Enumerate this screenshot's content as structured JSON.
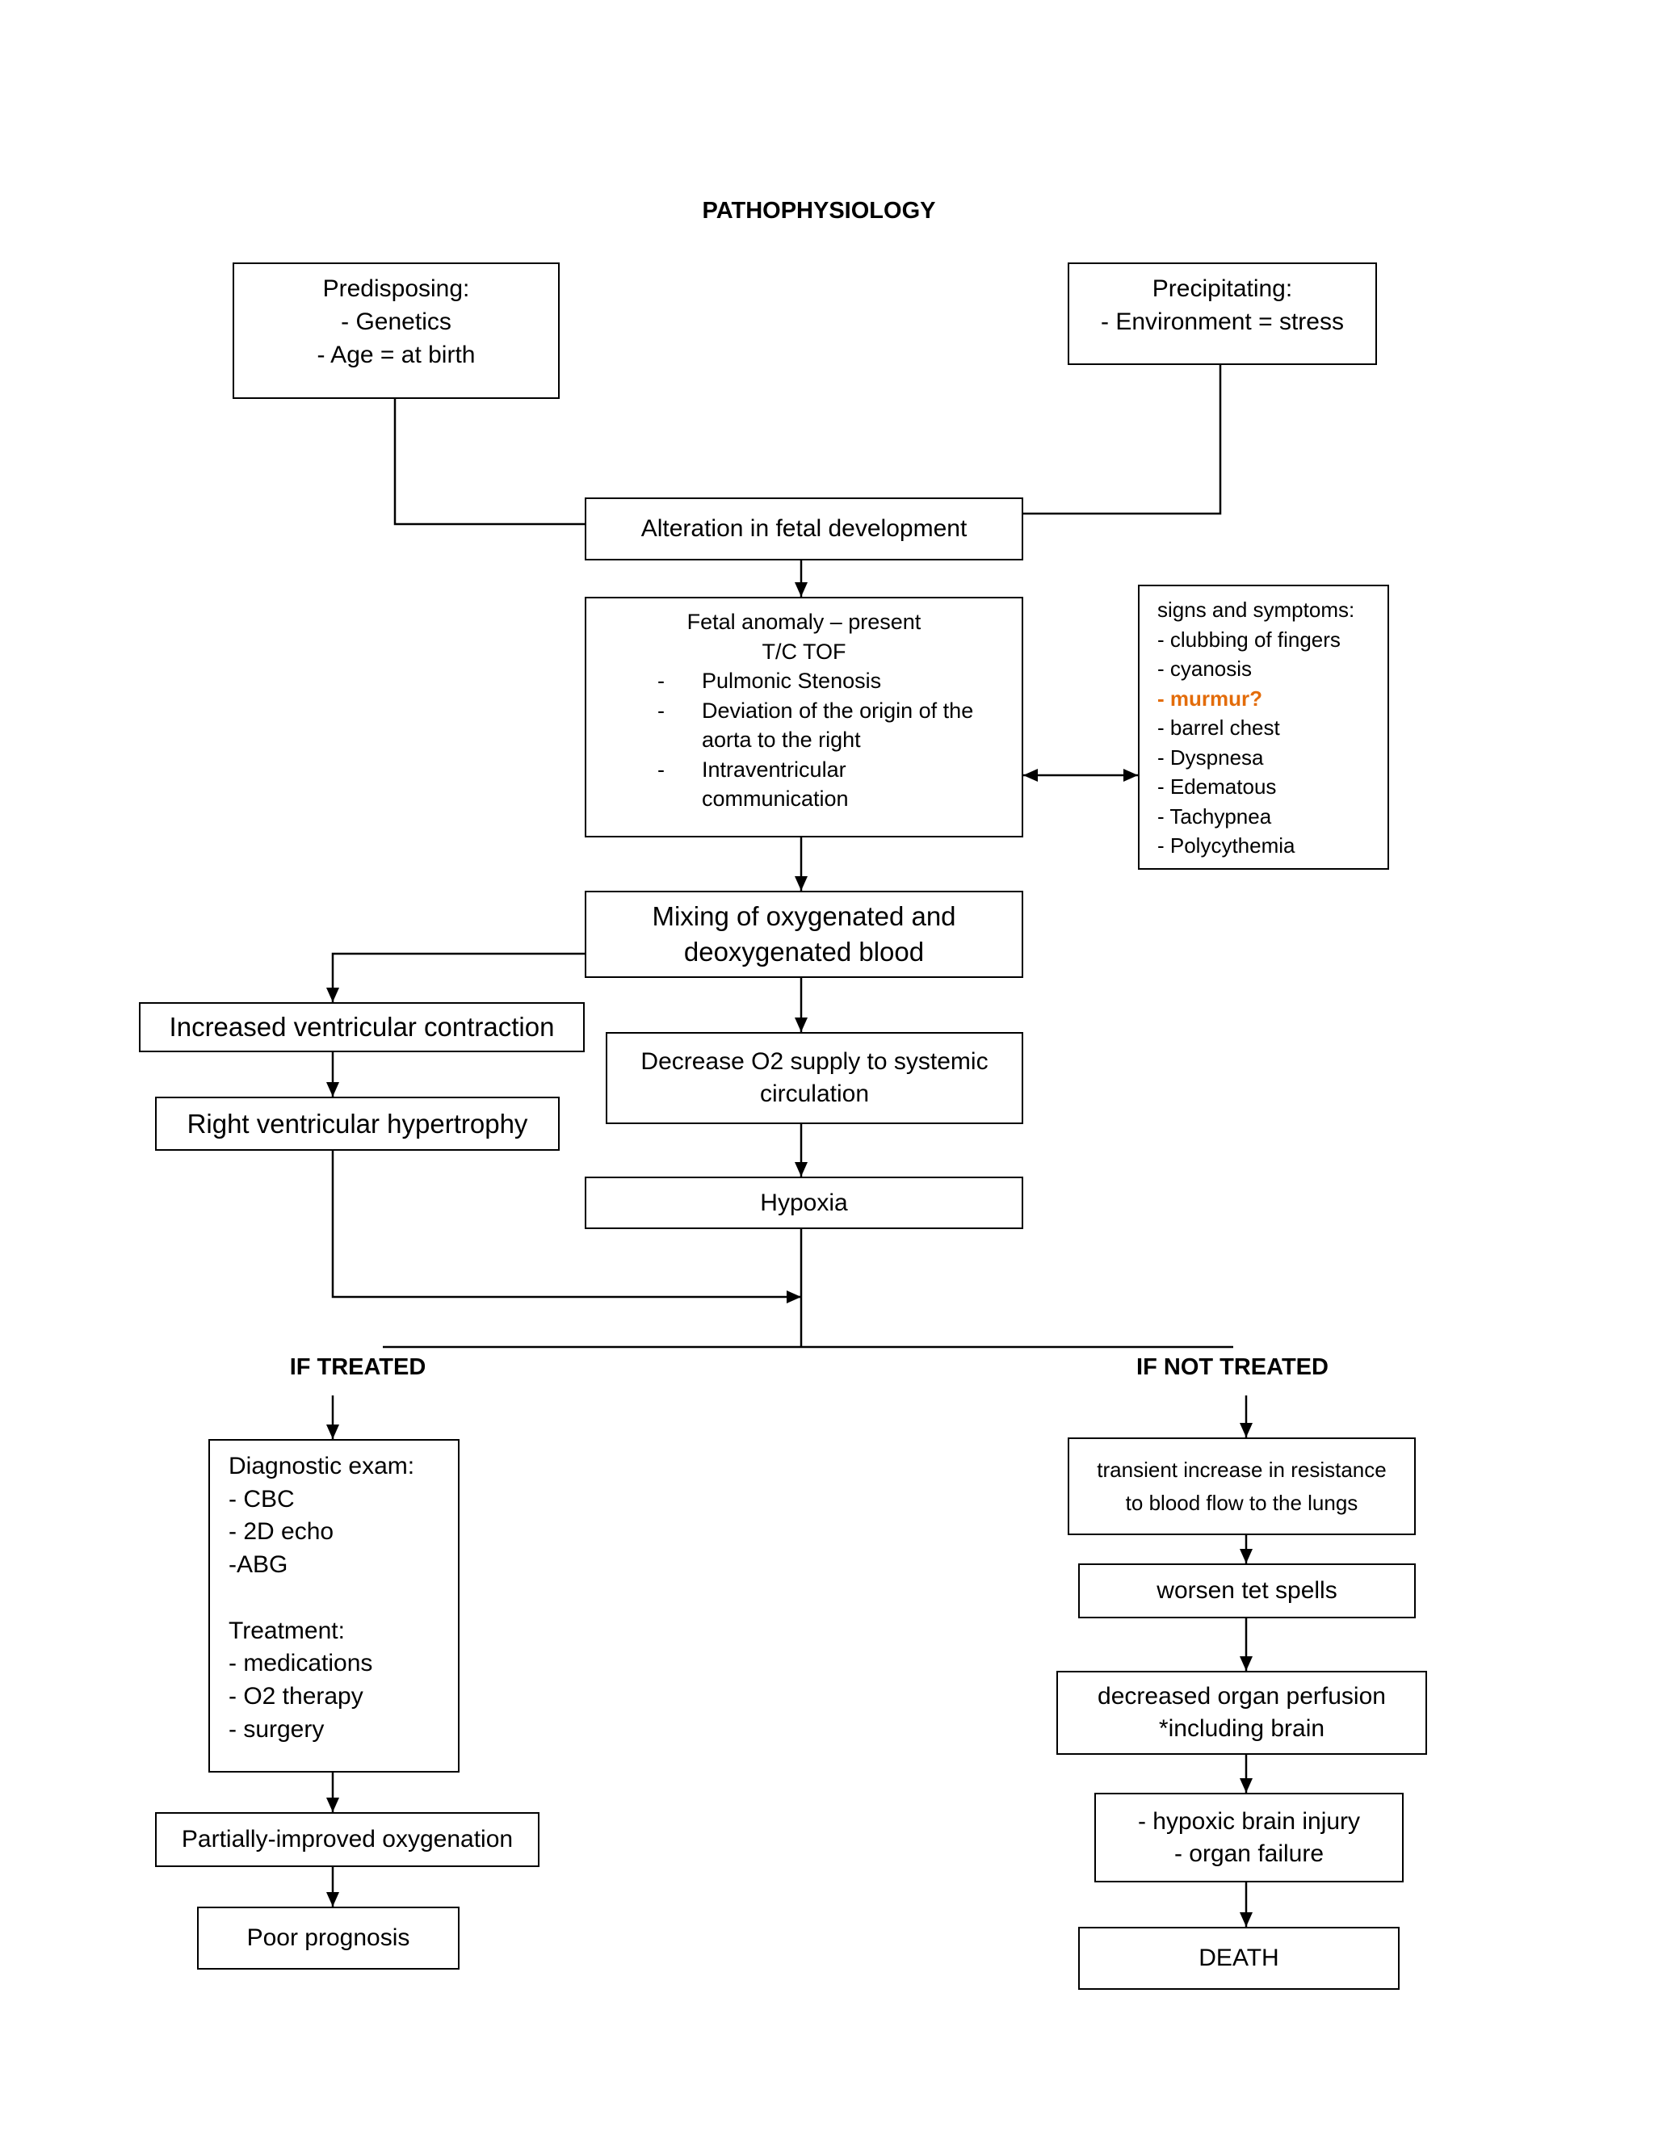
{
  "title": "PATHOPHYSIOLOGY",
  "colors": {
    "highlight": "#E36C0A",
    "line": "#000000",
    "box_border": "#000000",
    "background": "#FFFFFF"
  },
  "predisposing": {
    "lines": [
      "Predisposing:",
      "- Genetics",
      "- Age = at birth"
    ]
  },
  "precipitating": {
    "lines": [
      "Precipitating:",
      "- Environment = stress"
    ]
  },
  "alteration": {
    "label": "Alteration in fetal development"
  },
  "fetal_anomaly": {
    "lines": [
      "Fetal anomaly – present",
      "T/C TOF"
    ],
    "items": [
      {
        "bullet": "-",
        "lines": [
          "Pulmonic Stenosis"
        ]
      },
      {
        "bullet": "-",
        "lines": [
          "Deviation of the origin of the",
          "aorta to the right"
        ]
      },
      {
        "bullet": "-",
        "lines": [
          "Intraventricular",
          "communication"
        ]
      }
    ]
  },
  "signs_and_symptoms": {
    "heading": "signs and symptoms:",
    "items": [
      "- clubbing of fingers",
      "- cyanosis",
      "- murmur?",
      "- barrel chest",
      "- Dyspnesa",
      "- Edematous",
      "- Tachypnea",
      "- Polycythemia"
    ]
  },
  "mixing": {
    "lines": [
      "Mixing of oxygenated and",
      "deoxygenated blood"
    ]
  },
  "increased_contraction": {
    "label": "Increased ventricular contraction"
  },
  "hypertrophy": {
    "label": "Right ventricular hypertrophy"
  },
  "decrease_o2": {
    "lines": [
      "Decrease O2 supply to systemic",
      "circulation"
    ]
  },
  "hypoxia": {
    "label": "Hypoxia"
  },
  "if_treated": {
    "label": "IF TREATED",
    "diagnostic": {
      "heading": "Diagnostic exam:",
      "items": [
        "- CBC",
        "- 2D echo",
        "-ABG"
      ]
    },
    "treatment": {
      "heading": "Treatment:",
      "items": [
        "- medications",
        "- O2 therapy",
        "- surgery"
      ]
    },
    "outcome": "Partially-improved oxygenation",
    "prognosis": "Poor prognosis"
  },
  "if_not_treated": {
    "label": "IF NOT TREATED",
    "steps": [
      {
        "lines": [
          "transient increase in resistance",
          "to blood flow to the lungs"
        ]
      },
      {
        "lines": [
          "worsen tet spells"
        ]
      },
      {
        "lines": [
          "decreased organ perfusion",
          "*including brain"
        ]
      },
      {
        "lines": [
          "- hypoxic brain injury",
          "- organ failure"
        ]
      },
      {
        "lines": [
          "DEATH"
        ]
      }
    ]
  }
}
